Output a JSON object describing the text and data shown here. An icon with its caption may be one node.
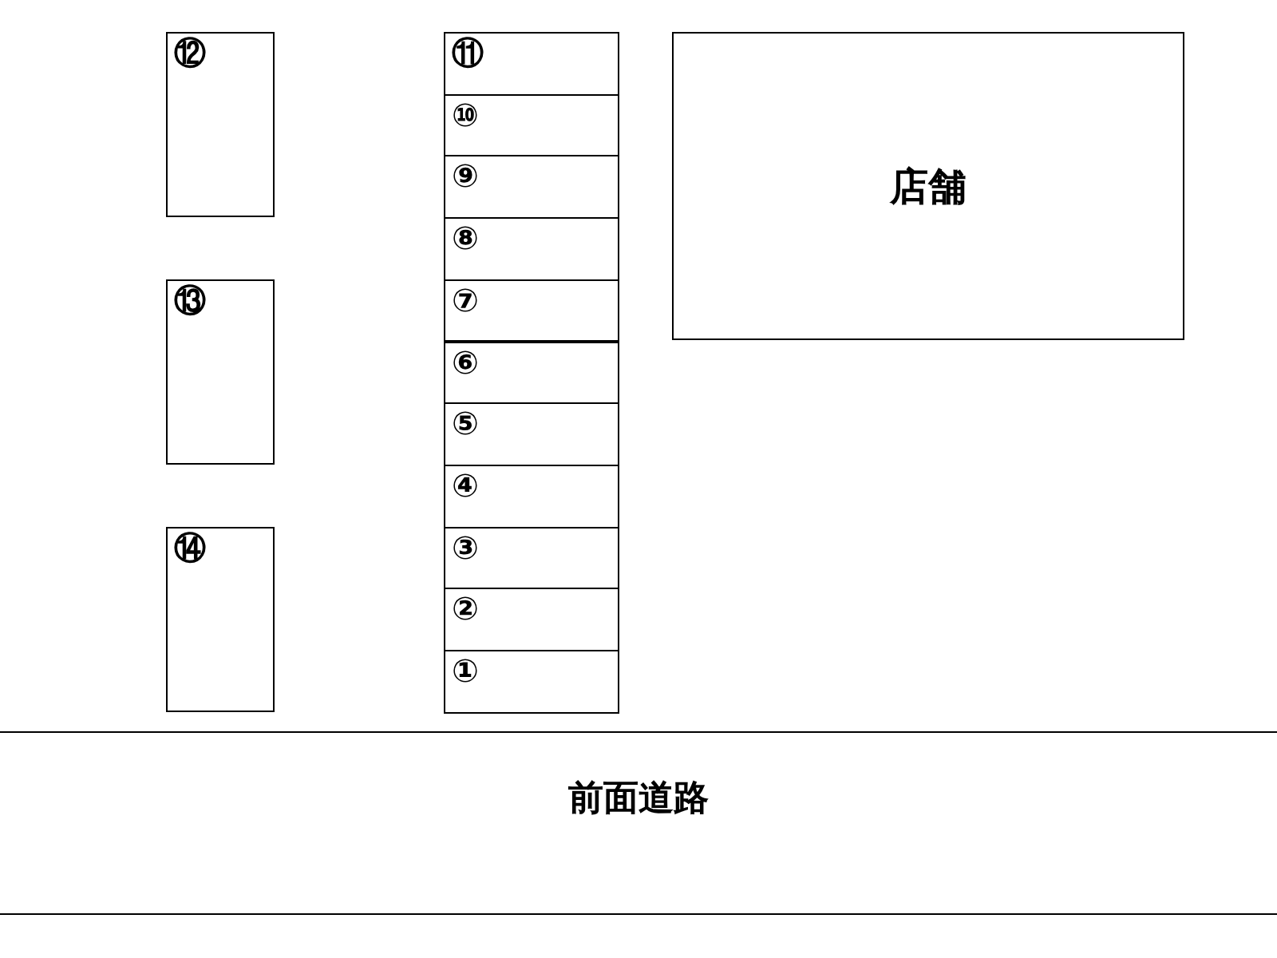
{
  "diagram": {
    "nodes": [
      {
        "text": [
          "⑪"
        ]
      },
      {
        "text": [
          "⑩"
        ]
      },
      {
        "text": [
          "⑨"
        ]
      },
      {
        "text": [
          "⑧"
        ]
      },
      {
        "text": [
          "⑦"
        ]
      },
      {
        "text": [
          "⑥"
        ]
      },
      {
        "text": [
          "⑤"
        ]
      },
      {
        "text": [
          "④"
        ]
      },
      {
        "text": [
          "③"
        ]
      },
      {
        "text": [
          "②"
        ]
      },
      {
        "text": [
          "①"
        ]
      },
      {
        "text": [
          "⑫"
        ]
      },
      {
        "text": [
          "⑬"
        ]
      },
      {
        "text": [
          "⑭"
        ]
      },
      {
        "text": [
          "店舗"
        ]
      },
      {
        "text": [
          "前面道路"
        ]
      }
    ]
  }
}
